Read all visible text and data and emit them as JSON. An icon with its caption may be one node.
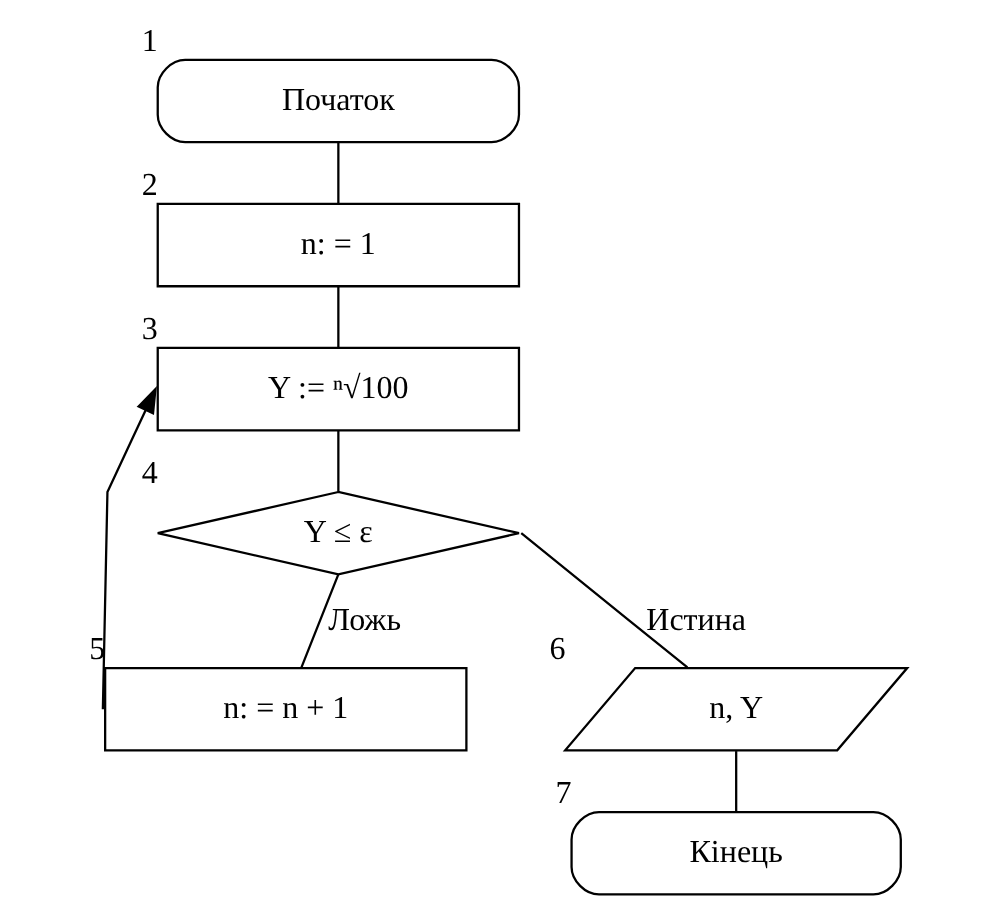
{
  "diagram": {
    "nodes": [
      {
        "text": [
          "Початок"
        ],
        "beside": [
          "1"
        ]
      },
      {
        "text": [
          "n: = 1"
        ],
        "beside": [
          "2"
        ]
      },
      {
        "text": [
          "Y := ⁿ√100"
        ],
        "beside": [
          "3"
        ]
      },
      {
        "text": [
          "Y ≤ ε"
        ],
        "beside": [
          "4"
        ]
      },
      {
        "text": [
          "n: = n + 1"
        ],
        "beside": [
          "5"
        ]
      },
      {
        "text": [
          "n, Y"
        ],
        "beside": [
          "6"
        ]
      },
      {
        "text": [
          "Кінець"
        ],
        "beside": [
          "7"
        ]
      }
    ],
    "edges": [
      {
        "from": 0,
        "to": 1,
        "arrow": "none"
      },
      {
        "from": 1,
        "to": 2,
        "arrow": "none"
      },
      {
        "from": 2,
        "to": 3,
        "arrow": "none"
      },
      {
        "from": 3,
        "to": 4,
        "label": "Ложь",
        "arrow": "none"
      },
      {
        "from": 3,
        "to": 5,
        "label": "Истина",
        "arrow": "none"
      },
      {
        "from": 4,
        "to": 2,
        "arrow": "to"
      },
      {
        "from": 5,
        "to": 6,
        "arrow": "none"
      }
    ]
  }
}
